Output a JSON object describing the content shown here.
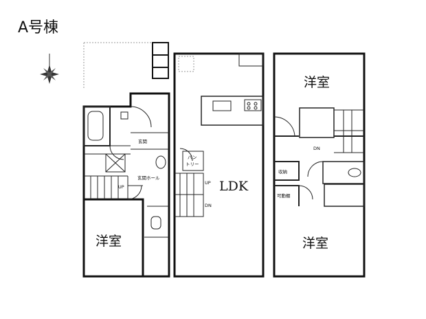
{
  "title": "A号棟",
  "compass": "compass-icon",
  "rooms": {
    "western1": "洋室",
    "western2": "洋室",
    "western3": "洋室",
    "ldk": "LDK",
    "entrance": "玄関",
    "entrance_hall": "玄関ホール",
    "pantry_line1": "パン",
    "pantry_line2": "トリー",
    "storage": "収納",
    "movable_shelf": "可動棚"
  },
  "stairs": {
    "up1": "UP",
    "up2": "UP",
    "dn1": "DN",
    "dn2": "DN"
  }
}
